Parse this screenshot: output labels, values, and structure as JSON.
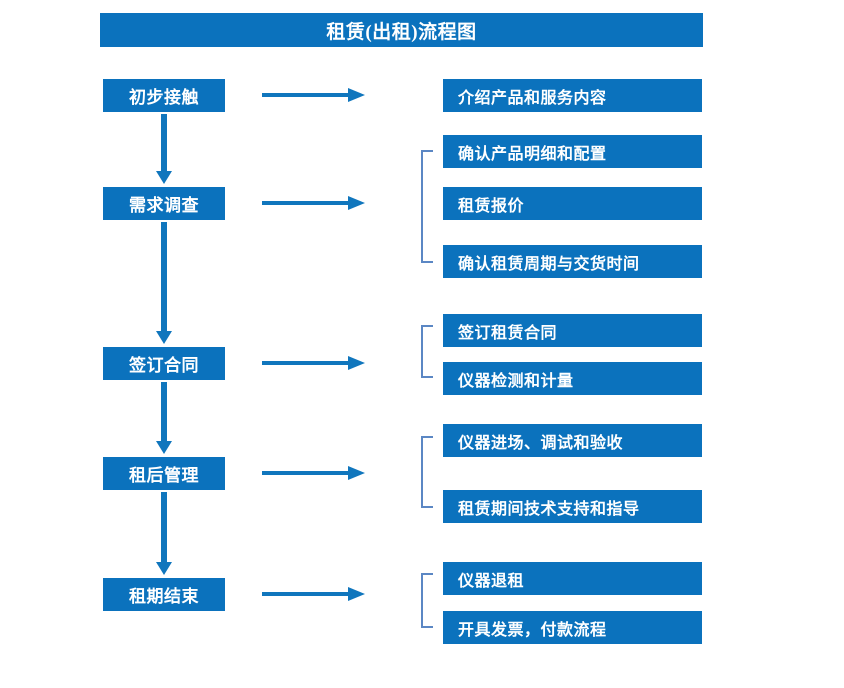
{
  "title": "租赁(出租)流程图",
  "theme": {
    "box_fill": "#0b72bd",
    "box_text": "#ffffff",
    "arrow": "#1076bd",
    "bracket": "#5b87c4",
    "background": "#ffffff"
  },
  "stages": [
    {
      "label": "初步接触"
    },
    {
      "label": "需求调查"
    },
    {
      "label": "签订合同"
    },
    {
      "label": "租后管理"
    },
    {
      "label": "租期结束"
    }
  ],
  "details": [
    {
      "label": "介绍产品和服务内容"
    },
    {
      "label": "确认产品明细和配置"
    },
    {
      "label": "租赁报价"
    },
    {
      "label": "确认租赁周期与交货时间"
    },
    {
      "label": "签订租赁合同"
    },
    {
      "label": "仪器检测和计量"
    },
    {
      "label": "仪器进场、调试和验收"
    },
    {
      "label": "租赁期间技术支持和指导"
    },
    {
      "label": "仪器退租"
    },
    {
      "label": "开具发票，付款流程"
    }
  ]
}
